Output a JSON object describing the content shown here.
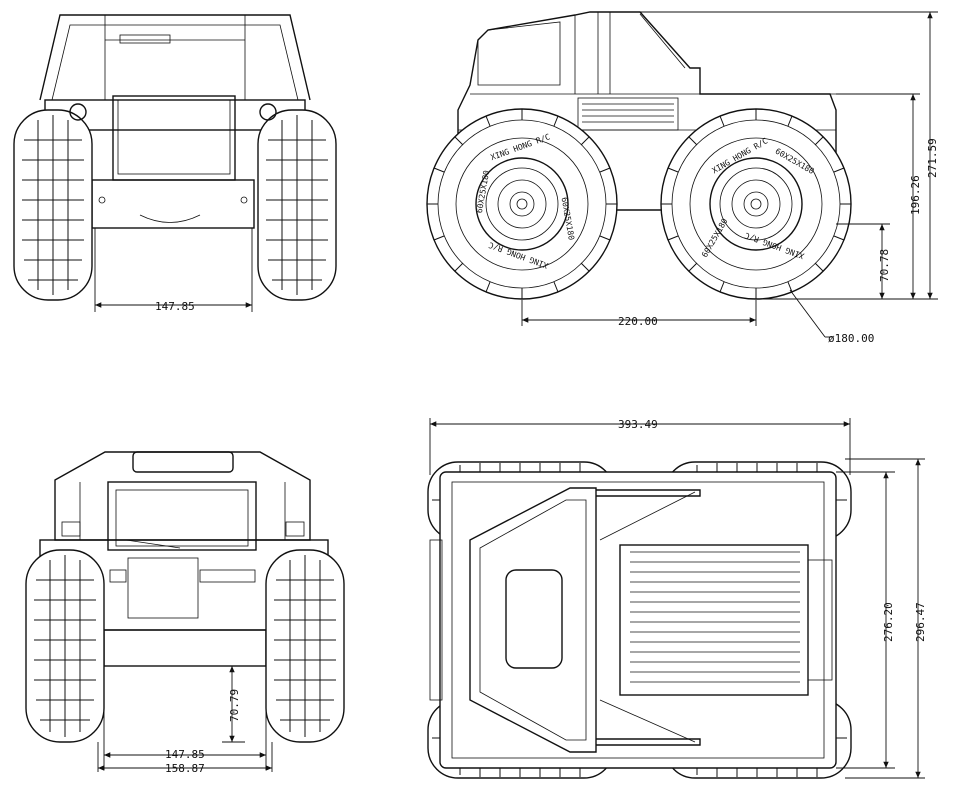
{
  "dimensions": {
    "front_track": "147.85",
    "wheelbase": "220.00",
    "wheel_diameter": "ø180.00",
    "side_height_total": "271.59",
    "side_height_body": "196.26",
    "side_ground_clearance": "70.78",
    "rear_track": "147.85",
    "rear_width_overall": "158.87",
    "rear_ground_clearance": "70.79",
    "top_length": "393.49",
    "top_width_body": "276.20",
    "top_width_overall": "296.47"
  },
  "tire_text": {
    "brand": "XING HONG R/C",
    "size": "60X25X180"
  }
}
